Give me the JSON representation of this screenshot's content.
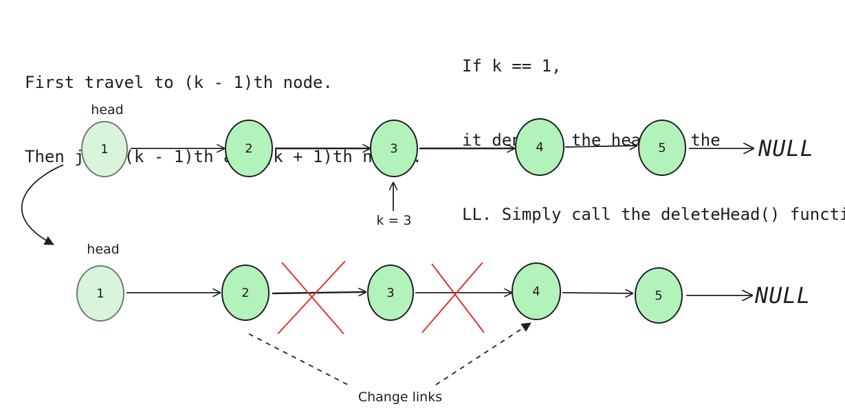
{
  "notes": {
    "left": [
      "First travel to (k - 1)th node.",
      "Then join (k - 1)th and (k + 1)th nodes."
    ],
    "right": [
      "If k == 1,",
      "it denotes the head of the",
      "LL. Simply call the deleteHead() function"
    ]
  },
  "top_list": {
    "head_label": "head",
    "nodes": [
      "1",
      "2",
      "3",
      "4",
      "5"
    ],
    "null_label": "NULL",
    "pointer_label": "k = 3"
  },
  "bottom_list": {
    "head_label": "head",
    "nodes": [
      "1",
      "2",
      "3",
      "4",
      "5"
    ],
    "null_label": "NULL",
    "change_label": "Change links"
  },
  "colors": {
    "node_fill": "#b2f2bb",
    "head_fill": "#d8f5dc",
    "stroke": "#1e1e1e",
    "head_stroke": "#6b7a6e",
    "cross": "#e03131"
  }
}
